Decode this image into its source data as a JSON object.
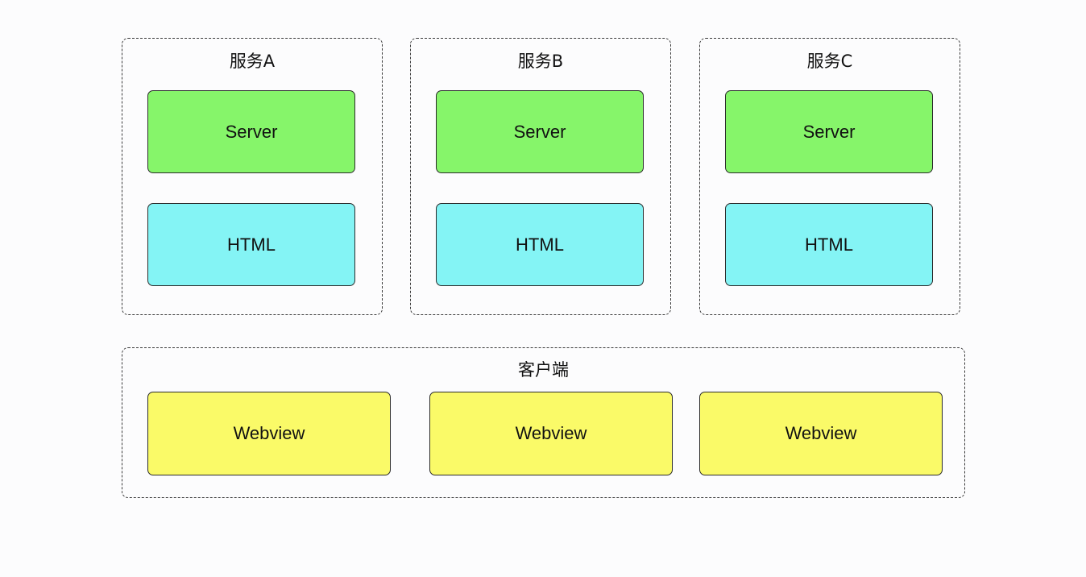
{
  "services": [
    {
      "title": "服务A",
      "server_label": "Server",
      "html_label": "HTML"
    },
    {
      "title": "服务B",
      "server_label": "Server",
      "html_label": "HTML"
    },
    {
      "title": "服务C",
      "server_label": "Server",
      "html_label": "HTML"
    }
  ],
  "client": {
    "title": "客户端",
    "webviews": [
      "Webview",
      "Webview",
      "Webview"
    ]
  },
  "colors": {
    "server": "#86f56a",
    "html": "#84f4f5",
    "webview": "#fafa68",
    "border": "#2b2b2b"
  }
}
